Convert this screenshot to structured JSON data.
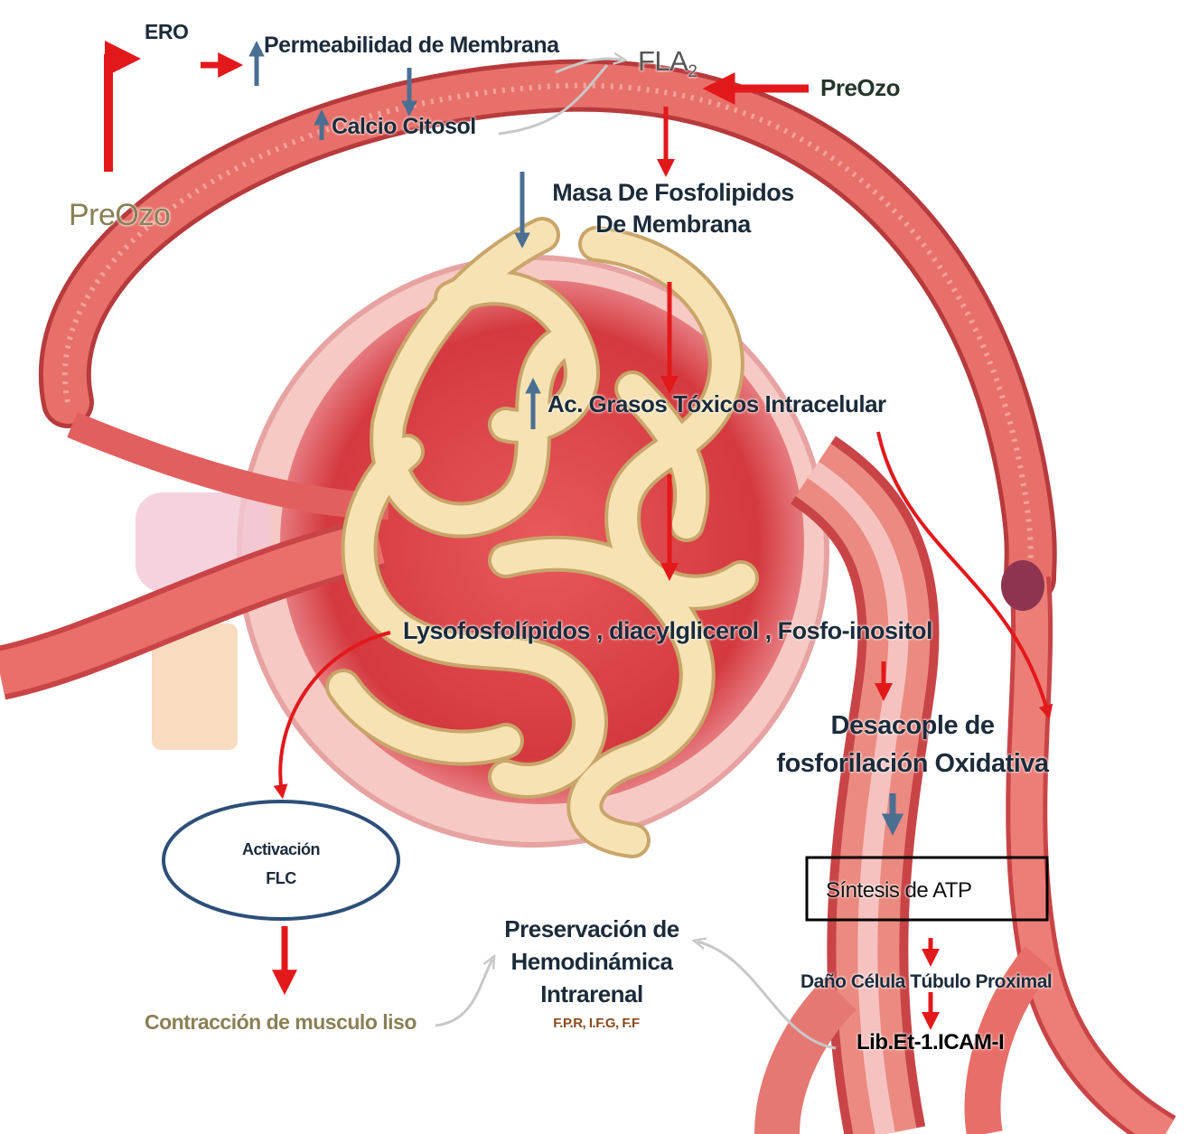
{
  "labels": {
    "ero": "ERO",
    "permeabilidad": "Permeabilidad  de Membrana",
    "fla2_main": "FLA",
    "fla2_sub": "2",
    "preozo_right": "PreOzo",
    "preozo_left": "PreOzo",
    "calcio": "Calcio  Citosol",
    "masa_line1": "Masa De Fosfolipidos",
    "masa_line2": "De Membrana",
    "acidos": "Ac. Grasos Tóxicos Intracelular",
    "lyso": "Lysofosfolípidos   , diacylglicerol , Fosfo-inositol",
    "desacople_line1": "Desacople   de",
    "desacople_line2": "fosforilación  Oxidativa",
    "atp": "Síntesis  de ATP",
    "activacion_line1": "Activación",
    "activacion_line2": "FLC",
    "contraccion": "Contracción  de musculo  liso",
    "preservacion_line1": "Preservación de",
    "preservacion_line2": "Hemodinámica",
    "preservacion_line3": "Intrarenal",
    "preservacion_sub": "F.P.R, I.F.G, F.F",
    "dano": "Daño  Célula  Túbulo Proximal",
    "lib": "Lib.Et-1.ICAM-I"
  },
  "colors": {
    "arrow_red": "#e3181b",
    "arrow_blue": "#4b6f93",
    "arteriole": "#e0605c",
    "glomerulus": "#d9464a",
    "tubule": "#f4d9a6",
    "ellipse_border": "#2d4f78",
    "olive_text": "#8a8055"
  },
  "icons": [
    "up-arrow-blue-icon",
    "down-arrow-blue-icon",
    "red-arrow-icon",
    "curved-arrow-icon"
  ]
}
